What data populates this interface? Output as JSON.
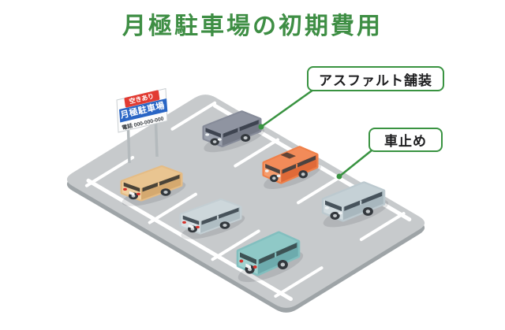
{
  "title": {
    "text": "月極駐車場の初期費用",
    "color": "#3e8e44"
  },
  "callouts": {
    "asphalt": {
      "label": "アスファルト舗装"
    },
    "wheel_stop": {
      "label": "車止め"
    },
    "border_color": "#399341"
  },
  "sign": {
    "vacancy_badge": "空きあり",
    "title": "月極駐車場",
    "phone": "電話 000-000-000",
    "badge_color": "#e23b32",
    "band_color": "#2a66c5",
    "board_color": "#fdfdfd",
    "post_color": "#b4babd"
  },
  "lot": {
    "surface_color": "#c7cacc",
    "edge_color": "#9ea4a7",
    "line_color": "#ffffff"
  },
  "cars": [
    {
      "name": "gray-minivan",
      "facing": "front",
      "colors": {
        "body": "#868b99",
        "face": "#9ba1ad",
        "side": "#747986",
        "roof": "#8f94a1",
        "windows": "#3e4450"
      }
    },
    {
      "name": "orange-compact",
      "facing": "front",
      "colors": {
        "body": "#ef8049",
        "face": "#f59d6e",
        "side": "#e06a38",
        "roof": "#f28b59",
        "windows": "#4c4340"
      }
    },
    {
      "name": "pale-blue-minivan",
      "facing": "front",
      "colors": {
        "body": "#bcc9cf",
        "face": "#d2dce0",
        "side": "#a8b7be",
        "roof": "#c5d1d6",
        "windows": "#47535c"
      }
    },
    {
      "name": "tan-sedan",
      "facing": "rear",
      "colors": {
        "body": "#e5bc85",
        "face": "#efd0a0",
        "side": "#d5a96f",
        "roof": "#e9c591",
        "windows": "#4a4438"
      }
    },
    {
      "name": "light-blue-sedan",
      "facing": "rear",
      "colors": {
        "body": "#c3ced3",
        "face": "#d8e1e5",
        "side": "#afbdc3",
        "roof": "#cdd7db",
        "windows": "#47525a"
      }
    },
    {
      "name": "teal-minivan",
      "facing": "rear",
      "colors": {
        "body": "#82bfbf",
        "face": "#a0d2cf",
        "side": "#6dabad",
        "roof": "#8fc9c7",
        "windows": "#3d5355"
      }
    }
  ]
}
